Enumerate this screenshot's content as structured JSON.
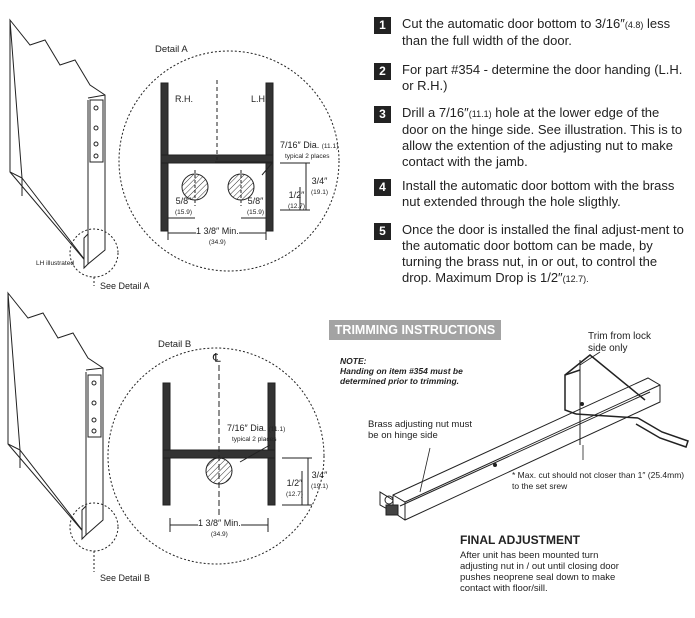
{
  "steps": [
    {
      "num": "1",
      "text": "Cut the automatic door bottom to 3/16″",
      "small": "(4.8)",
      "text2": " less than the full width of the door."
    },
    {
      "num": "2",
      "text": "For part #354 - determine the door handing (L.H. or R.H.)",
      "small": "",
      "text2": ""
    },
    {
      "num": "3",
      "text": "Drill a 7/16″",
      "small": "(11.1)",
      "text2": " hole at the lower edge of the door on the hinge side. See illustration. This is to allow the extention of the adjusting nut to make contact with the jamb."
    },
    {
      "num": "4",
      "text": "Install the automatic door bottom with the brass nut extended through the hole sligthly.",
      "small": "",
      "text2": ""
    },
    {
      "num": "5",
      "text": "Once the door is installed the final adjust-ment to the automatic door bottom can be made, by turning the brass nut, in or out, to control the drop. Maximum Drop is 1/2″",
      "small": "(12.7).",
      "text2": ""
    }
  ],
  "detailA": {
    "title": "Detail A",
    "rh": "R.H.",
    "lh": "L.H.",
    "dia": "7/16″ Dia.",
    "dia_mm": "(11.1)",
    "typical": "typical 2 places",
    "left58": "5/8″",
    "left58mm": "(15.9)",
    "right58": "5/8″",
    "right58mm": "(15.9)",
    "half": "1/2″",
    "half_mm": "(12.7)",
    "threeq": "3/4″",
    "threeq_mm": "(19.1)",
    "min": "1 3/8″ Min.",
    "min_mm": "(34.9)",
    "lh_illustrated": "LH illustrated",
    "see": "See Detail A"
  },
  "detailB": {
    "title": "Detail B",
    "cl": "℄",
    "dia": "7/16″ Dia.",
    "dia_mm": "(11.1)",
    "typical": "typical 2 places",
    "half": "1/2″",
    "half_mm": "(12.7)",
    "threeq": "3/4″",
    "threeq_mm": "(19.1)",
    "min": "1 3/8″ Min.",
    "min_mm": "(34.9)",
    "see": "See Detail B"
  },
  "trimming": {
    "header": "TRIMMING INSTRUCTIONS",
    "note_title": "NOTE:",
    "note_body": "Handing on item #354 must be determined prior to trimming.",
    "trim_from": "Trim from lock side  only",
    "brass": "Brass adjusting nut must be on hinge side",
    "max_cut": "* Max. cut should not closer than 1″ (25.4mm) to the set srew"
  },
  "final": {
    "title": "FINAL ADJUSTMENT",
    "body": "After unit has been mounted turn adjusting nut in / out until closing door pushes neoprene seal down to make contact with floor/sill."
  }
}
